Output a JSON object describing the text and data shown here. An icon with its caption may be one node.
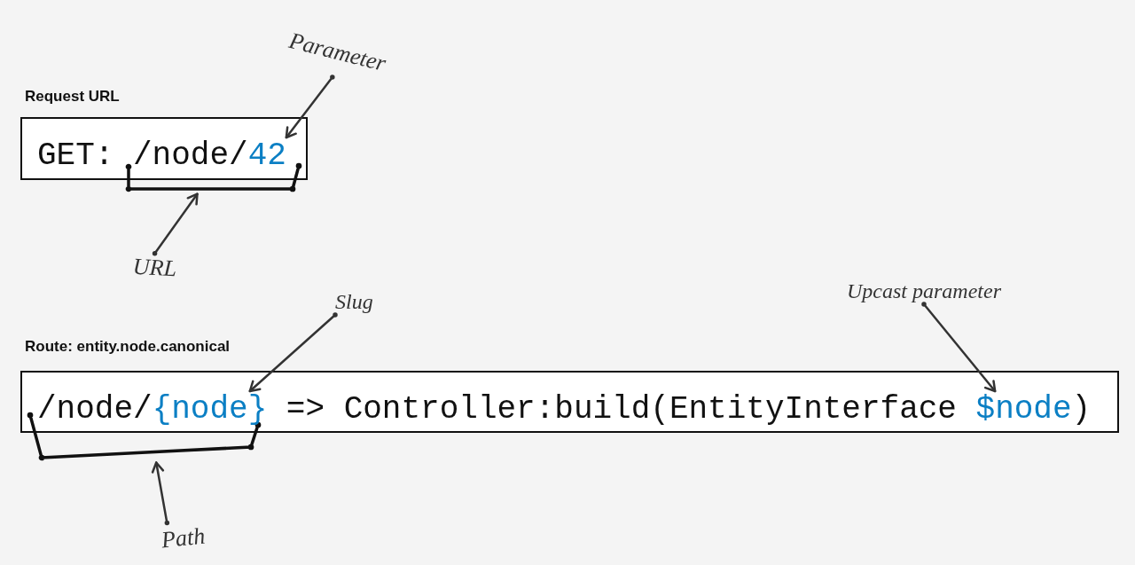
{
  "diagram": {
    "nodes": [
      {
        "text": [
          "Parameter"
        ]
      },
      {
        "text": [
          "Request URL",
          "GET: /node/"
        ]
      },
      {
        "text": [
          "42"
        ],
        "in": 1
      },
      {
        "text": [],
        "shape": "bracket"
      },
      {
        "text": [
          "URL"
        ]
      },
      {
        "text": [
          "Slug"
        ]
      },
      {
        "text": [
          "Upcast parameter"
        ]
      },
      {
        "text": [
          "Route: entity.node.canonical",
          "/node/",
          "=> Controller:build(EntityInterface",
          ")"
        ]
      },
      {
        "text": [
          "{node}"
        ],
        "in": 7
      },
      {
        "text": [
          "$node"
        ],
        "in": 7
      },
      {
        "text": [],
        "shape": "bracket"
      },
      {
        "text": [
          "Path"
        ]
      }
    ],
    "edges": [
      {
        "from": 0,
        "to": 2,
        "arrow": "to"
      },
      {
        "from": 4,
        "to": 3,
        "arrow": "to"
      },
      {
        "from": 5,
        "to": 8,
        "arrow": "to"
      },
      {
        "from": 6,
        "to": 9,
        "arrow": "to"
      },
      {
        "from": 11,
        "to": 10,
        "arrow": "to"
      }
    ]
  }
}
